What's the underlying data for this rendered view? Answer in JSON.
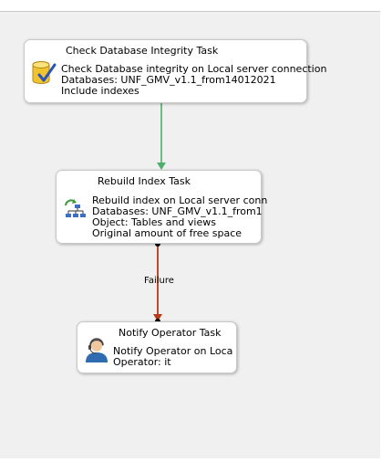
{
  "tasks": {
    "check_db": {
      "title": "Check Database Integrity Task",
      "icon": "database-check-icon",
      "lines": [
        "Check Database integrity on Local server connection",
        "Databases: UNF_GMV_v1.1_from14012021",
        "Include indexes"
      ]
    },
    "rebuild_index": {
      "title": "Rebuild Index Task",
      "icon": "rebuild-index-icon",
      "lines": [
        "Rebuild index on Local server conn",
        "Databases: UNF_GMV_v1.1_from1",
        "Object: Tables and views",
        "Original amount of free space"
      ]
    },
    "notify_operator": {
      "title": "Notify Operator Task",
      "icon": "operator-icon",
      "lines": [
        "Notify Operator on Loca",
        "Operator: it"
      ]
    }
  },
  "connectors": {
    "success": {
      "color": "#4caf6a"
    },
    "failure": {
      "label": "Failure",
      "color": "#b33a1a"
    }
  }
}
